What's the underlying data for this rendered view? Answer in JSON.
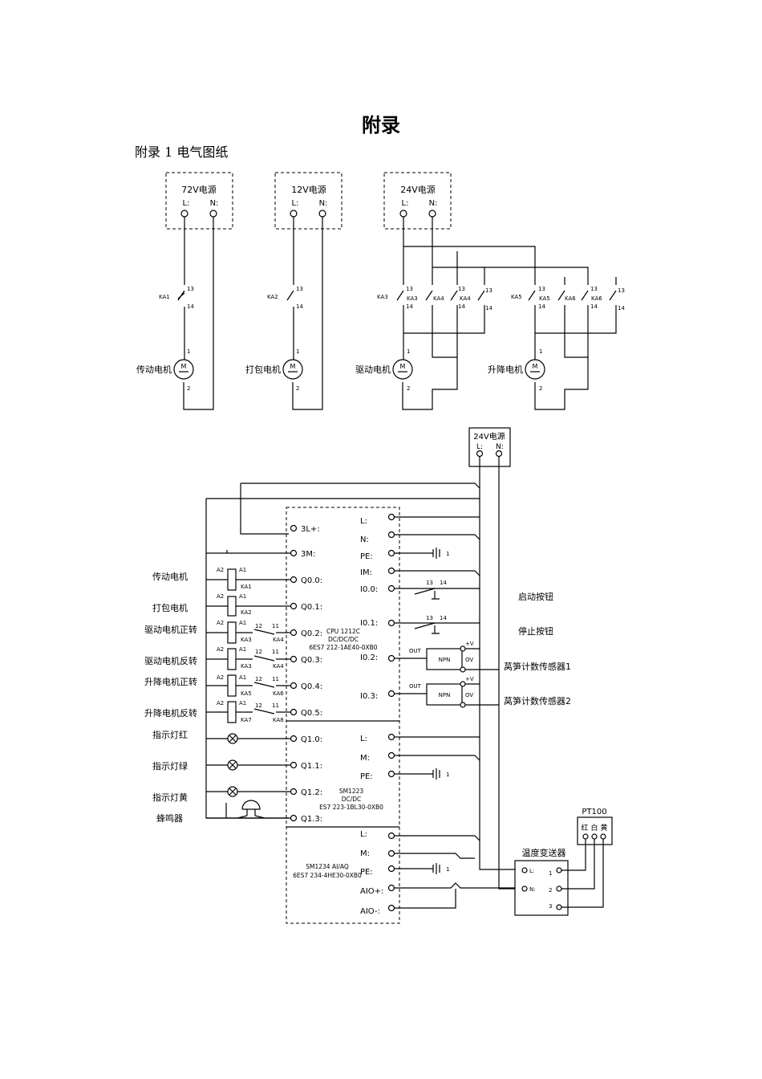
{
  "page": {
    "title": "附录",
    "subtitle": "附录 1  电气图纸"
  },
  "power_sources": [
    {
      "label": "72V电源",
      "L": "L:",
      "N": "N:"
    },
    {
      "label": "12V电源",
      "L": "L:",
      "N": "N:"
    },
    {
      "label": "24V电源",
      "L": "L:",
      "N": "N:"
    }
  ],
  "motors": [
    {
      "name": "传动电机",
      "relay": "KA1",
      "m": "M"
    },
    {
      "name": "打包电机",
      "relay": "KA2",
      "m": "M"
    },
    {
      "name": "驱动电机",
      "relays": [
        "KA3",
        "KA3",
        "KA4",
        "KA4"
      ],
      "m": "M"
    },
    {
      "name": "升降电机",
      "relays": [
        "KA5",
        "KA5",
        "KA6",
        "KA6"
      ],
      "m": "M"
    }
  ],
  "contact_labels": {
    "c13": "13",
    "c14": "14",
    "p1": "1",
    "p2": "2"
  },
  "plc": {
    "power": {
      "label": "24V电源",
      "L": "L:",
      "N": "N:"
    },
    "cpu": {
      "l1": "CPU 1212C",
      "l2": "DC/DC/DC",
      "l3": "6ES7 212-1AE40-0XB0"
    },
    "sm1223": {
      "l1": "SM1223",
      "l2": "DC/DC",
      "l3": "ES7 223-1BL30-0XB0"
    },
    "sm1234": {
      "l1": "SM1234 AI/AQ",
      "l2": "6ES7 234-4HE30-0XB0"
    },
    "left_terms": [
      "3L+:",
      "3M:",
      "Q0.0:",
      "Q0.1:",
      "Q0.2:",
      "Q0.3:",
      "Q0.4:",
      "Q0.5:",
      "Q1.0:",
      "Q1.1:",
      "Q1.2:",
      "Q1.3:"
    ],
    "right_terms_cpu": [
      "L:",
      "N:",
      "PE:",
      "IM:",
      "I0.0:",
      "I0.1:",
      "I0.2:",
      "I0.3:"
    ],
    "right_terms_sm1223": [
      "L:",
      "M:",
      "PE:"
    ],
    "right_terms_sm1234": [
      "L:",
      "M:",
      "PE:",
      "AIO+:",
      "AIO-:"
    ],
    "outputs": [
      "传动电机",
      "打包电机",
      "驱动电机正转",
      "驱动电机反转",
      "升降电机正转",
      "升降电机反转",
      "指示灯红",
      "指示灯绿",
      "指示灯黄",
      "蜂鸣器"
    ],
    "coils": [
      {
        "a2": "A2",
        "a1": "A1",
        "name": "KA1"
      },
      {
        "a2": "A2",
        "a1": "A1",
        "name": "KA2"
      },
      {
        "a2": "A2",
        "a1": "A1",
        "name": "KA3",
        "c12": "12",
        "c11": "11",
        "inter": "KA4"
      },
      {
        "a2": "A2",
        "a1": "A1",
        "name": "KA3",
        "c12": "12",
        "c11": "11",
        "inter": "KA4"
      },
      {
        "a2": "A2",
        "a1": "A1",
        "name": "KA5",
        "c12": "12",
        "c11": "11",
        "inter": "KA6"
      },
      {
        "a2": "A2",
        "a1": "A1",
        "name": "KA7",
        "c12": "12",
        "c11": "11",
        "inter": "KA8"
      }
    ],
    "inputs": [
      "启动按钮",
      "停止按钮",
      "莴笋计数传感器1",
      "莴笋计数传感器2"
    ],
    "sensor": {
      "out": "OUT",
      "npn": "NPN",
      "v": "+V",
      "ov": "OV"
    },
    "ground_label": "1",
    "transmitter": {
      "label": "温度变送器",
      "L": "L:",
      "N": "N:",
      "t1": "1",
      "t2": "2",
      "t3": "3"
    },
    "pt100": {
      "label": "PT100",
      "red": "红",
      "white": "白",
      "yellow": "黄"
    }
  }
}
